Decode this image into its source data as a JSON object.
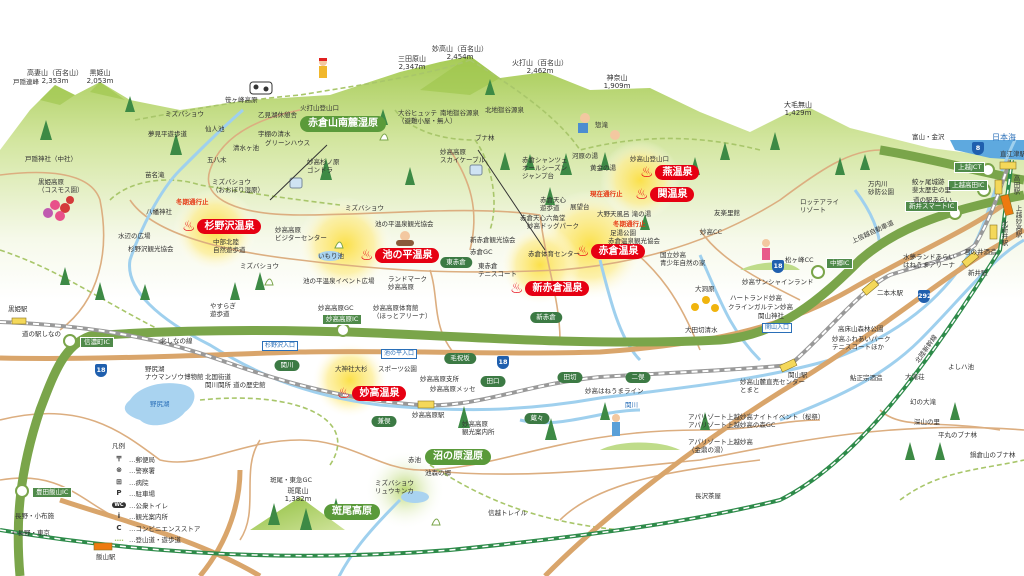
{
  "colors": {
    "onsen": "#e60012",
    "area": "#5a9a3a",
    "highway": "#7aa54a",
    "national_road": "#d9a56b",
    "river": "#9fd0ee",
    "rail": "#9a9a9a",
    "shinkansen": "#2e8b4a",
    "station": "#f4d85a",
    "station_shinkansen": "#ee7a10"
  },
  "mountains": [
    {
      "name": "高妻山（百名山）",
      "elevation": "2,353m"
    },
    {
      "name": "黒姫山",
      "elevation": "2,053m"
    },
    {
      "name": "三田原山",
      "elevation": "2,347m"
    },
    {
      "name": "妙高山（百名山）",
      "elevation": "2,454m"
    },
    {
      "name": "火打山（百名山）",
      "elevation": "2,462m"
    },
    {
      "name": "神奈山",
      "elevation": "1,909m"
    },
    {
      "name": "大毛無山",
      "elevation": "1,429m"
    },
    {
      "name": "斑尾山",
      "elevation": "1,382m"
    }
  ],
  "onsen": [
    "杉野沢温泉",
    "池の平温泉",
    "赤倉温泉",
    "新赤倉温泉",
    "妙高温泉",
    "燕温泉",
    "関温泉"
  ],
  "areas": [
    "赤倉山南麓湿原",
    "沼の原湿原",
    "斑尾高原"
  ],
  "districts": [
    "関川",
    "東赤倉",
    "新赤倉",
    "毛祝坂",
    "田口",
    "田切",
    "二俣",
    "蔵々",
    "兼俣"
  ],
  "interchanges": [
    "信濃町IC",
    "妙高高原IC",
    "中郷IC",
    "上越JCT",
    "上越高田IC",
    "新井スマートIC",
    "豊田飯山IC"
  ],
  "stations": [
    "黒姫駅",
    "妙高高原駅",
    "関山駅",
    "二本木駅",
    "新井駅",
    "北新井駅",
    "直江津駅",
    "高田駅",
    "上越妙高駅",
    "飯山駅"
  ],
  "route_numbers": [
    "18",
    "18",
    "18",
    "8",
    "292"
  ],
  "road_signs": [
    "杉野沢入口",
    "池の平入口",
    "関山入口"
  ],
  "notices": [
    "冬期通行止",
    "現在通行止",
    "冬期通行止"
  ],
  "lines": [
    "北しなの線",
    "妙高はねうまライン",
    "上信越自動車道",
    "北陸新幹線",
    "日本海",
    "関川",
    "野尻湖",
    "信越トレイル"
  ],
  "directions": [
    "富山・金沢",
    "長野・小布施",
    "←長野・東京"
  ],
  "pois": [
    "戸隠連峰",
    "ミズバショウ",
    "笹ヶ峰高原",
    "乙見湖休憩舎",
    "火打山登山口",
    "夢見平遊歩道",
    "仙人池",
    "宇棚の清水",
    "グリーンハウス",
    "清水ヶ池",
    "五八木",
    "戸隠神社（中社）",
    "苗名滝",
    "ミズバショウ\n（おおぼり湿原）",
    "黒姫高原\n（コスモス園）",
    "八幡神社",
    "水辺の広場",
    "杉野沢観光協会",
    "妙高杉ノ原\nゴンドラ",
    "大谷ヒュッテ\n（避難小屋・無人）",
    "南地獄谷源泉",
    "北地獄谷源泉",
    "ブナ林",
    "妙高高原\nスカイケーブル",
    "赤倉シャンツェ\nオールシーズン\nジャンプ台",
    "惣滝",
    "河原の湯",
    "黄金の湯",
    "妙高山登山口",
    "大野天風呂 滝の湯",
    "赤倉天心\n遊歩道",
    "展望台",
    "赤倉天心六角堂",
    "妙高ドッグパーク",
    "足湯公園",
    "赤倉温泉観光協会",
    "新赤倉観光協会",
    "赤倉体育センター",
    "赤倉GC",
    "東赤倉\nテニスコート",
    "妙高CC",
    "国立妙高\n青少年自然の家",
    "大洞原",
    "ハートランド妙高",
    "クラインガルテン妙高",
    "関山神社",
    "大田切清水",
    "妙高サンシャインランド",
    "松ヶ峰CC",
    "ロッテアライ\nリゾート",
    "友楽里館",
    "万内川\n砂防公園",
    "鮫ヶ尾城跡\n斐太歴史の里",
    "道の駅あらい",
    "君の井酒造",
    "水夢ランドあらい\nはねうまアリーナ",
    "高床山森林公園",
    "妙高ふれあいパーク\nテニスコートほか",
    "よしハ池",
    "大滝荘",
    "幻の大滝",
    "深山の里",
    "平丸のブナ林",
    "鍋倉山のブナ林",
    "鮎正宗酒造",
    "妙高山麓直売センター\nとまと",
    "アパリゾート上越妙高ナイトイベント（桜祭）\nアパリゾート上越妙高の森GC",
    "アパリゾート上越妙高\n（金鼎の湯）",
    "長沢茶屋",
    "赤池",
    "池森の郷",
    "ミズバショウ\nリュウキンカ",
    "斑尾・東急GC",
    "妙高高原\n観光案内所",
    "妙高高原メッセ",
    "スポーツ公園",
    "大神社大杉",
    "妙高高原支所",
    "北国街道\n関川関所 道の歴史館",
    "やすらぎ\n遊歩道",
    "野尻湖\nナウマンゾウ博物館",
    "道の駅しなの",
    "池の平温泉観光協会",
    "妙高高原\nビジターセンター",
    "ミズバショウ",
    "ミズバショウ",
    "いもり池",
    "池の平温泉イベント広場",
    "ランドマーク\n妙高高原",
    "妙高高原GC",
    "妙高高原体育館\n（ほっとアリーナ）",
    "中部北陸\n自然遊歩道"
  ],
  "legend": {
    "title": "凡例",
    "items": [
      {
        "icon": "post-office-icon",
        "symbol": "〒",
        "label": "…郵便局"
      },
      {
        "icon": "police-icon",
        "symbol": "⊗",
        "label": "…警察署"
      },
      {
        "icon": "hospital-icon",
        "symbol": "⊞",
        "label": "…病院"
      },
      {
        "icon": "parking-icon",
        "symbol": "P",
        "label": "…駐車場"
      },
      {
        "icon": "toilet-icon",
        "symbol": "WC",
        "label": "…公衆トイレ"
      },
      {
        "icon": "info-icon",
        "symbol": "i",
        "label": "…観光案内所"
      },
      {
        "icon": "convenience-store-icon",
        "symbol": "C",
        "label": "…コンビニエンスストア"
      },
      {
        "icon": "trail-icon",
        "symbol": "‥‥",
        "label": "…登山道・遊歩道"
      }
    ]
  }
}
